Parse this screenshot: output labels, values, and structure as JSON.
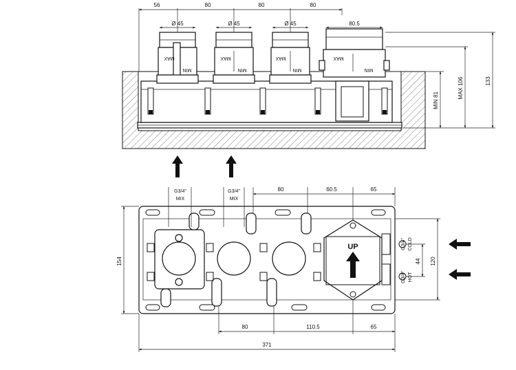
{
  "top_view": {
    "dims_top": [
      "56",
      "80",
      "80",
      "80"
    ],
    "dim_overall_right": "80.5",
    "diameter_labels": [
      "Ø 45",
      "Ø 45",
      "Ø 45"
    ],
    "max_labels": [
      "MAX",
      "MAX",
      "MAX",
      "MAX"
    ],
    "min_labels": [
      "MIN",
      "MIN",
      "MIN",
      "MIN"
    ],
    "dim_min": "MIN 81",
    "dim_max": "MAX 106",
    "dim_total_height": "133"
  },
  "bottom_view": {
    "dims_top": [
      "80",
      "60.5",
      "65"
    ],
    "mix_labels": [
      {
        "thread": "G3/4\"",
        "name": "MIX"
      },
      {
        "thread": "G3/4\"",
        "name": "MIX"
      }
    ],
    "dims_bottom": [
      "80",
      "110.5",
      "65"
    ],
    "dim_total_width": "371",
    "dim_height_left": "154",
    "dim_height_right": "120",
    "dim_spacing_right": "44",
    "up_label": "UP",
    "inlets": [
      {
        "thread": "G3/4\"",
        "name": "COLD"
      },
      {
        "thread": "G3/4\"",
        "name": "HOT"
      }
    ]
  }
}
